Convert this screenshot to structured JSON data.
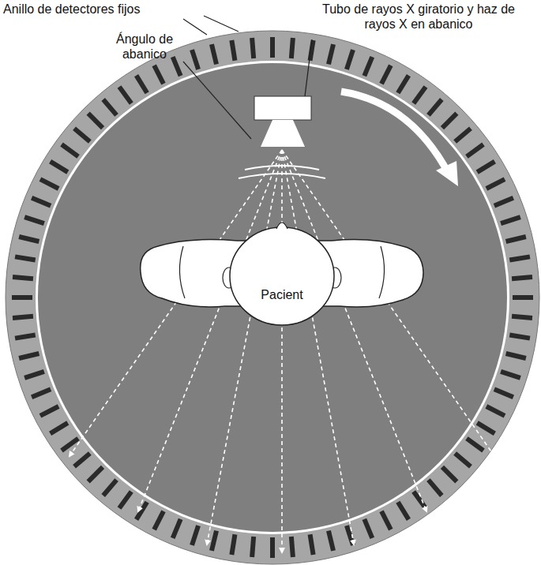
{
  "diagram": {
    "labels": [
      "Anillo de detectores fijos",
      "Ángulo de abanico",
      "Tubo de rayos X giratorio y haz de rayos X en abanico",
      "Pacient"
    ]
  }
}
